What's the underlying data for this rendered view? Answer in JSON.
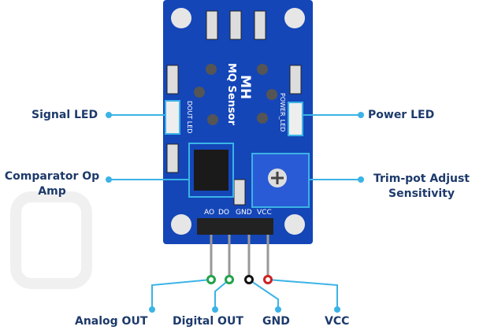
{
  "board": {
    "title_line1": "MH",
    "title_line2": "MQ Sensor",
    "silk_dout": "DOUT LED",
    "silk_power": "POWER_LED",
    "pin_labels": [
      "AO",
      "DO",
      "GND",
      "VCC"
    ],
    "board_color": "#1446b8"
  },
  "callouts": {
    "signal_led": "Signal LED",
    "comparator_line1": "Comparator Op",
    "comparator_line2": "Amp",
    "power_led": "Power LED",
    "trimpot_line1": "Trim-pot Adjust",
    "trimpot_line2": "Sensitivity",
    "line_color": "#3bb3e6"
  },
  "pins": [
    {
      "label": "Analog OUT",
      "color": "#22a34a"
    },
    {
      "label": "Digital OUT",
      "color": "#22a34a"
    },
    {
      "label": "GND",
      "color": "#111111"
    },
    {
      "label": "VCC",
      "color": "#cc2222"
    }
  ]
}
